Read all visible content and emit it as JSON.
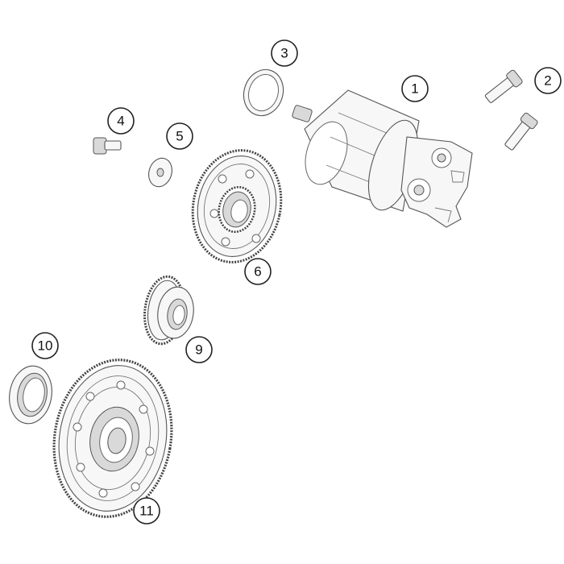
{
  "callouts": [
    {
      "id": "1",
      "label": "1"
    },
    {
      "id": "2",
      "label": "2"
    },
    {
      "id": "3",
      "label": "3"
    },
    {
      "id": "4",
      "label": "4"
    },
    {
      "id": "5",
      "label": "5"
    },
    {
      "id": "6",
      "label": "6"
    },
    {
      "id": "9",
      "label": "9"
    },
    {
      "id": "10",
      "label": "10"
    },
    {
      "id": "11",
      "label": "11"
    }
  ]
}
